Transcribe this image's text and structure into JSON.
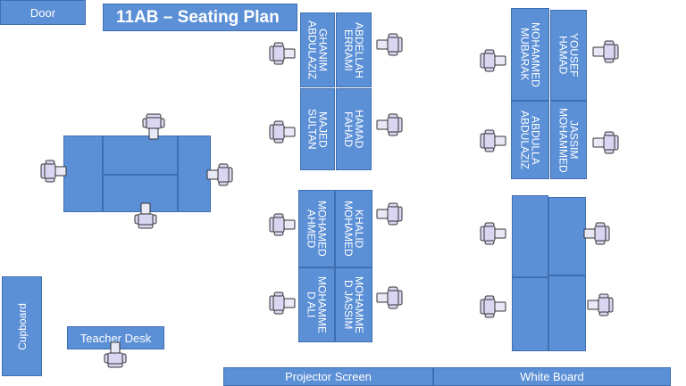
{
  "title": "11AB – Seating Plan",
  "labels": {
    "door": "Door",
    "cupboard": "Cupboard",
    "teacher_desk": "Teacher Desk",
    "projector_screen": "Projector Screen",
    "white_board": "White Board"
  },
  "students": {
    "s1": "GHANIM\nABDULAZIZ",
    "s2": "ABDELLAH\nERRAMI",
    "s3": "MAJED\nSULTAN",
    "s4": "HAMAD\nFAHAD",
    "s5": "MOHAMMED\nMUBARAK",
    "s6": "YOUSEF\nHAMAD",
    "s7": "ABDULLA\nABDULAZIZ",
    "s8": "JASSIM\nMOHAMMED",
    "s9": "MOHAMED\nAHMED",
    "s10": "KHALID\nMOHAMED",
    "s11": "MOHAMME\nD ALI",
    "s12": "MOHAMME\nD JASSIM"
  },
  "colors": {
    "desk": "#5b8fd6",
    "desk_border": "#3f6fb0",
    "chair": "#d8d6f0"
  }
}
